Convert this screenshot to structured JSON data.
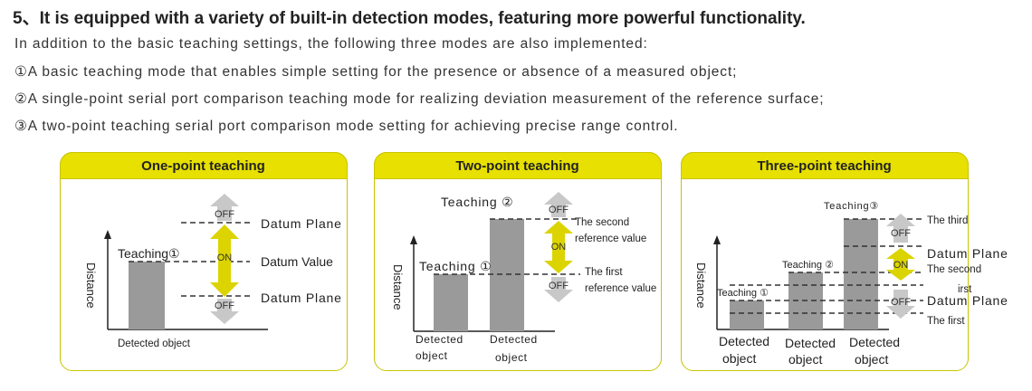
{
  "heading": "5、It is equipped with a variety of built-in detection modes, featuring more powerful functionality.",
  "intro": "In addition to the basic teaching settings, the following three modes are also implemented:",
  "modes": [
    "①A basic teaching mode that enables simple setting for the presence or absence of a measured object;",
    "②A single-point serial port comparison teaching mode for realizing deviation measurement of the reference surface;",
    "③A two-point teaching serial port comparison mode setting for achieving precise range control."
  ],
  "panel1": {
    "title": "One-point teaching",
    "axis": "Distance",
    "teaching": "Teaching①",
    "off": "OFF",
    "on": "ON",
    "datum_plane_top": "Datum Plane",
    "datum_value": "Datum Value",
    "datum_plane_bottom": "Datum Plane",
    "detected": "Detected object"
  },
  "panel2": {
    "title": "Two-point teaching",
    "axis": "Distance",
    "teaching1": "Teaching ①",
    "teaching2": "Teaching ②",
    "off": "OFF",
    "on": "ON",
    "second_ref_1": "The second",
    "second_ref_2": "reference value",
    "first_ref_1": "The first",
    "first_ref_2": "reference value",
    "detected1_a": "Detected",
    "detected1_b": "object",
    "detected2_a": "Detected",
    "detected2_b": "object"
  },
  "panel3": {
    "title": "Three-point teaching",
    "axis": "Distance",
    "teaching1": "Teaching ①",
    "teaching2": "Teaching ②",
    "teaching3": "Teaching③",
    "off": "OFF",
    "on": "ON",
    "the_third": "The third",
    "datum_plane_top": "Datum Plane",
    "the_second": "The second",
    "first_fragment": "irst",
    "datum_plane_bottom": "Datum Plane",
    "the_first": "The first",
    "detected1_a": "Detected",
    "detected1_b": "object",
    "detected2_a": "Detected",
    "detected2_b": "object",
    "detected3_a": "Detected",
    "detected3_b": "object"
  },
  "colors": {
    "accent": "#e7e000",
    "border": "#c9c400",
    "bar": "#9a9a9a",
    "arrow_gray": "#c8c8c8",
    "arrow_yellow": "#dcd400"
  }
}
